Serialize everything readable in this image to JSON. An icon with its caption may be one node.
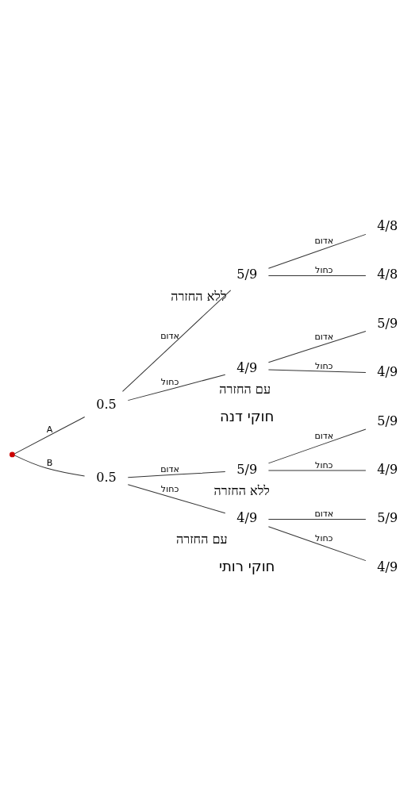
{
  "diagram": {
    "nodes": [
      {
        "text": [],
        "shape": "circle"
      },
      {
        "text": [
          "0.5"
        ]
      },
      {
        "text": [
          "5/9"
        ],
        "beside": [
          "ללא החזרה"
        ]
      },
      {
        "text": [
          "4/8"
        ]
      },
      {
        "text": [
          "4/8"
        ]
      },
      {
        "text": [
          "4/9"
        ],
        "beside": [
          "עם החזרה"
        ]
      },
      {
        "text": [
          "5/9"
        ]
      },
      {
        "text": [
          "4/9"
        ]
      },
      {
        "text": [
          "0.5"
        ]
      },
      {
        "text": [
          "5/9"
        ],
        "beside": [
          "ללא החזרה"
        ]
      },
      {
        "text": [
          "5/9"
        ]
      },
      {
        "text": [
          "4/9"
        ]
      },
      {
        "text": [
          "4/9"
        ],
        "beside": [
          "עם החזרה"
        ]
      },
      {
        "text": [
          "5/9"
        ]
      },
      {
        "text": [
          "4/9"
        ]
      }
    ],
    "edges": [
      {
        "from": 0,
        "to": 1,
        "arrow": "none",
        "label": "A"
      },
      {
        "from": 1,
        "to": 2,
        "arrow": "none",
        "label": "אדום"
      },
      {
        "from": 2,
        "to": 3,
        "arrow": "none",
        "label": "אדום"
      },
      {
        "from": 2,
        "to": 4,
        "arrow": "none",
        "label": "כחול"
      },
      {
        "from": 1,
        "to": 5,
        "arrow": "none",
        "label": "כחול"
      },
      {
        "from": 5,
        "to": 6,
        "arrow": "none",
        "label": "אדום"
      },
      {
        "from": 5,
        "to": 7,
        "arrow": "none",
        "label": "כחול"
      },
      {
        "from": 0,
        "to": 8,
        "arrow": "none",
        "label": "B"
      },
      {
        "from": 8,
        "to": 9,
        "arrow": "none",
        "label": "אדום"
      },
      {
        "from": 9,
        "to": 10,
        "arrow": "none",
        "label": "אדום"
      },
      {
        "from": 9,
        "to": 11,
        "arrow": "none",
        "label": "כחול"
      },
      {
        "from": 8,
        "to": 12,
        "arrow": "none",
        "label": "כחול"
      },
      {
        "from": 12,
        "to": 13,
        "arrow": "none",
        "label": "אדום"
      },
      {
        "from": 12,
        "to": 14,
        "arrow": "none",
        "label": "כחול"
      }
    ],
    "labels": [
      "חוקי דנה",
      "חוקי רותי"
    ]
  }
}
